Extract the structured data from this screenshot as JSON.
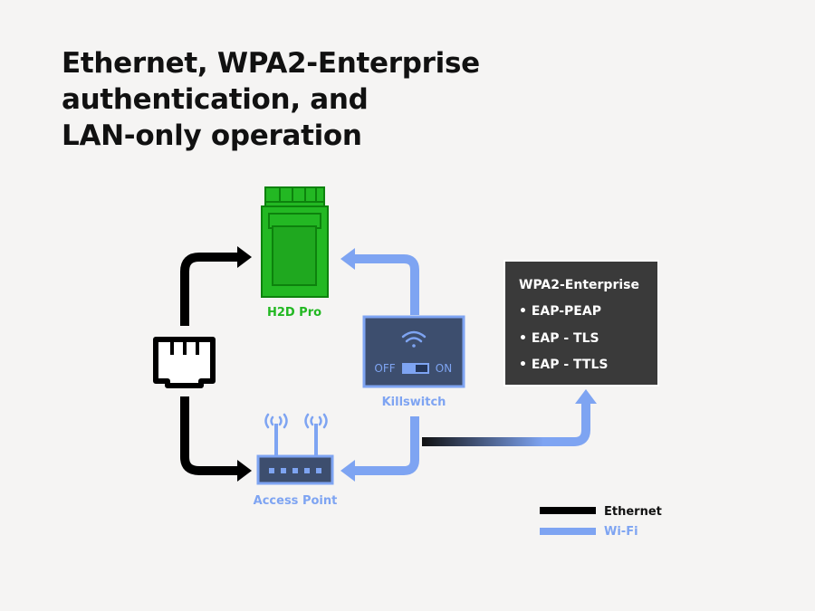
{
  "title": {
    "line1": "Ethernet, WPA2-Enterprise",
    "line2": "authentication, and",
    "line3": "LAN-only operation"
  },
  "nodes": {
    "printer": {
      "label": "H2D Pro",
      "color": "#1fb81f"
    },
    "access_point": {
      "label": "Access Point",
      "color": "#7ea4f2"
    },
    "killswitch": {
      "label": "Killswitch",
      "off_label": "OFF",
      "on_label": "ON",
      "color": "#7ea4f2"
    }
  },
  "wpa_box": {
    "heading": "WPA2-Enterprise",
    "items": [
      "• EAP-PEAP",
      "• EAP - TLS",
      "• EAP - TTLS"
    ]
  },
  "legend": {
    "ethernet": {
      "label": "Ethernet",
      "color": "#000000"
    },
    "wifi": {
      "label": "Wi-Fi",
      "color": "#7ea4f2"
    }
  },
  "icons": [
    "ethernet-port-icon",
    "printer-icon",
    "router-icon",
    "wifi-icon",
    "toggle-switch-icon"
  ]
}
